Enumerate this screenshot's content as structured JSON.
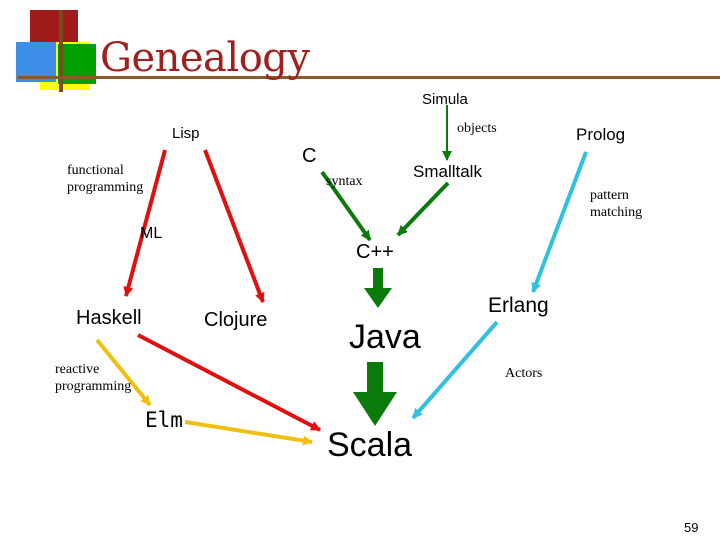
{
  "title": "Genealogy",
  "page_number": "59",
  "colors": {
    "title": "#a02020",
    "red_arrow": "#e01010",
    "yellow_arrow": "#f0c010",
    "green_arrow": "#0a7a0a",
    "cyan_arrow": "#30c0e0"
  },
  "nodes": {
    "simula": "Simula",
    "lisp": "Lisp",
    "c": "C",
    "prolog": "Prolog",
    "smalltalk": "Smalltalk",
    "ml": "ML",
    "cpp": "C++",
    "haskell": "Haskell",
    "clojure": "Clojure",
    "java": "Java",
    "erlang": "Erlang",
    "elm": "Elm",
    "scala": "Scala"
  },
  "edge_labels": {
    "objects": "objects",
    "functional_programming": "functional\nprogramming",
    "syntax": "syntax",
    "pattern_matching": "pattern\nmatching",
    "reactive_programming": "reactive\nprogramming",
    "actors": "Actors"
  }
}
